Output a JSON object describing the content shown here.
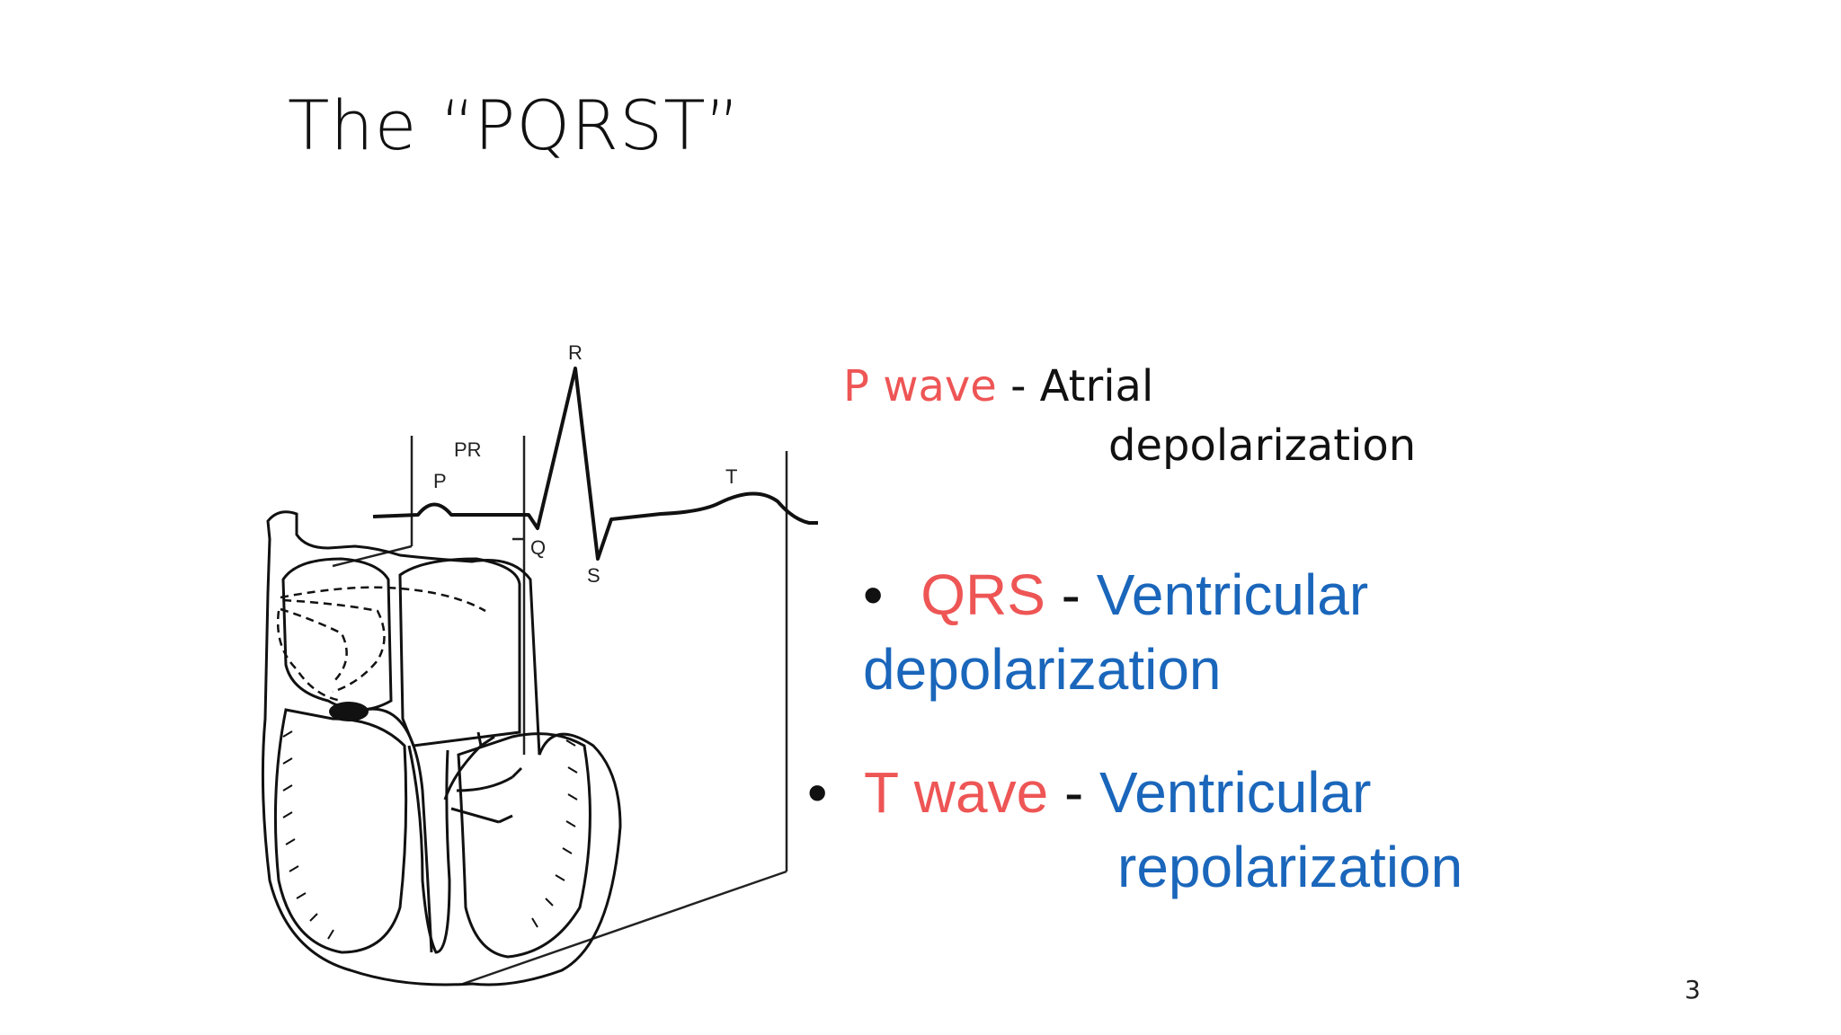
{
  "slide": {
    "title": "The “PQRST”",
    "page_number": "3"
  },
  "diagram": {
    "labels": {
      "r": "R",
      "pr": "PR",
      "p": "P",
      "t": "T",
      "q": "Q",
      "s": "S"
    }
  },
  "points": {
    "p_wave": {
      "term": "P wave",
      "sep": "- Atrial",
      "desc2": "depolarization"
    },
    "qrs": {
      "bullet": "•",
      "term": "QRS",
      "sep": "-",
      "desc1": "Ventricular",
      "desc2": "depolarization"
    },
    "t_wave": {
      "bullet": "•",
      "term": "T wave",
      "sep": "-",
      "desc1": "Ventricular",
      "desc2": "repolarization"
    }
  },
  "colors": {
    "term": "#ee5555",
    "description": "#1a66bb",
    "text": "#111111"
  }
}
